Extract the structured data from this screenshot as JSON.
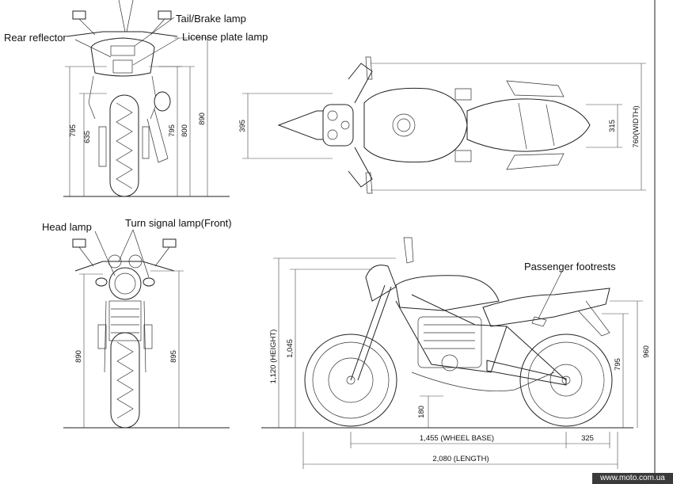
{
  "labels": {
    "tail_brake_lamp": "Tail/Brake lamp",
    "rear_reflector": "Rear reflector",
    "license_plate_lamp": "License plate lamp",
    "head_lamp": "Head lamp",
    "turn_signal_front": "Turn signal lamp(Front)",
    "passenger_footrests": "Passenger footrests"
  },
  "dimensions": {
    "rear_795": "795",
    "rear_635": "635",
    "rear_795b": "795",
    "rear_800": "800",
    "rear_890": "890",
    "top_395": "395",
    "top_315": "315",
    "top_width": "760(WIDTH)",
    "front_890": "890",
    "front_895": "895",
    "side_height": "1,120 (HEIGHT)",
    "side_1045": "1,045",
    "side_960": "960",
    "side_795": "795",
    "side_180": "180",
    "side_wheelbase": "1,455 (WHEEL BASE)",
    "side_325": "325",
    "side_length": "2,080 (LENGTH)"
  },
  "watermark": "www.moto.com.ua"
}
